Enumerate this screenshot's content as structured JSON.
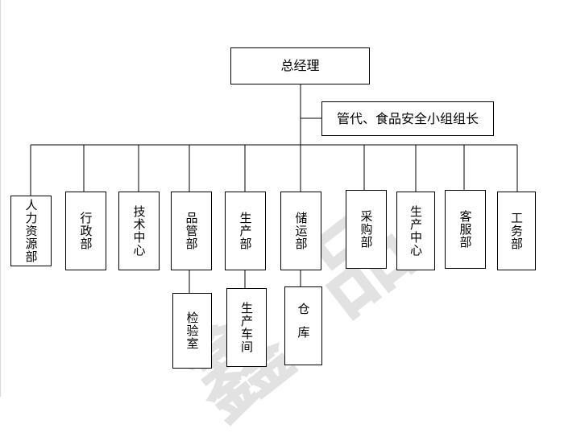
{
  "org": {
    "top": "总经理",
    "staff": "管代、食品安全小组组长",
    "departments": [
      "人力资源部",
      "行政部",
      "技术中心",
      "品管部",
      "生产部",
      "储运部",
      "采购部",
      "生产中心",
      "客服部",
      "工务部"
    ],
    "sub_units": {
      "qc_lab": "检验室",
      "workshop": "生产车间",
      "warehouse": "仓库"
    }
  },
  "colors": {
    "line": "#000000",
    "box_border": "#000000",
    "watermark": "#e2e2e2"
  }
}
